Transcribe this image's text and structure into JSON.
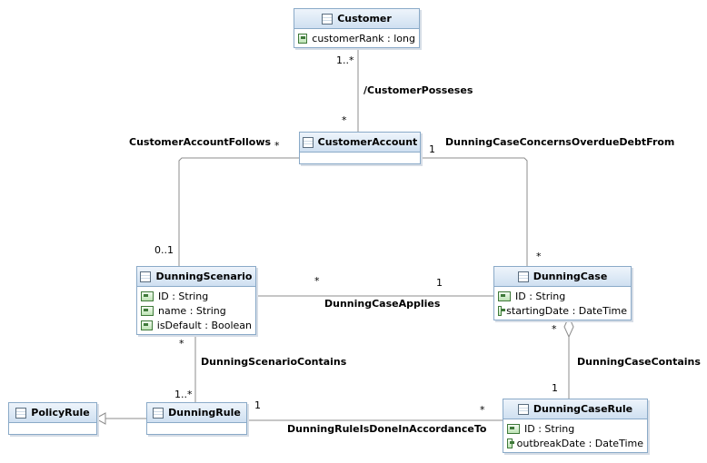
{
  "classes": {
    "customer": {
      "name": "Customer",
      "attributes": [
        "customerRank : long"
      ]
    },
    "customer_account": {
      "name": "CustomerAccount",
      "attributes": []
    },
    "dunning_scenario": {
      "name": "DunningScenario",
      "attributes": [
        "ID : String",
        "name : String",
        "isDefault : Boolean"
      ]
    },
    "dunning_case": {
      "name": "DunningCase",
      "attributes": [
        "ID : String",
        "startingDate : DateTime"
      ]
    },
    "policy_rule": {
      "name": "PolicyRule",
      "attributes": []
    },
    "dunning_rule": {
      "name": "DunningRule",
      "attributes": []
    },
    "dunning_case_rule": {
      "name": "DunningCaseRule",
      "attributes": [
        "ID : String",
        "outbreakDate : DateTime"
      ]
    }
  },
  "associations": {
    "customer_posseses": {
      "name": "/CustomerPosseses",
      "mult_a": "1..*",
      "mult_b": "*"
    },
    "account_follows": {
      "name": "CustomerAccountFollows",
      "mult_a": "*",
      "mult_b": "0..1"
    },
    "concerns_overdue": {
      "name": "DunningCaseConcernsOverdueDebtFrom",
      "mult_a": "1",
      "mult_b": "*"
    },
    "case_applies": {
      "name": "DunningCaseApplies",
      "mult_a": "*",
      "mult_b": "1"
    },
    "scenario_contains": {
      "name": "DunningScenarioContains",
      "mult_a": "*",
      "mult_b": "1..*"
    },
    "case_contains": {
      "name": "DunningCaseContains",
      "mult_a": "*",
      "mult_b": "1"
    },
    "rule_accordance": {
      "name": "DunningRuleIsDoneInAccordanceTo",
      "mult_a": "1",
      "mult_b": "*"
    }
  },
  "colors": {
    "border": "#8aaac8",
    "header_top": "#eef4fb",
    "header_bottom": "#cfe0f1",
    "line": "#8c8c8c"
  }
}
